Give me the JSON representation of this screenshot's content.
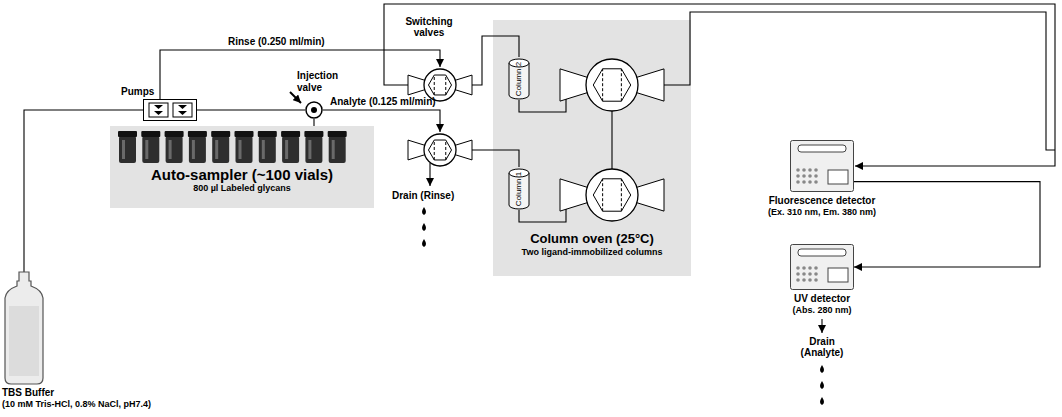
{
  "diagram": {
    "nodes": [
      {
        "text": [
          "TBS Buffer",
          "(10 mM Tris-HCl, 0.8% NaCl, pH7.4)"
        ]
      },
      {
        "text": [
          "Pumps"
        ]
      },
      {
        "text": [
          "Injection valve"
        ]
      },
      {
        "text": [
          "Auto-sampler (~100 vials)",
          "800 µl Labeled glycans"
        ]
      },
      {
        "text": [
          "Column oven (25°C)",
          "Two ligand-immobilized columns"
        ]
      },
      {
        "text": [
          "Column 2"
        ],
        "in": 4
      },
      {
        "text": [
          "Column 1"
        ],
        "in": 4
      },
      {
        "text": [
          "Fluorescence detector",
          "(Ex. 310 nm, Em. 380 nm)"
        ]
      },
      {
        "text": [
          "UV detector",
          "(Abs. 280 nm)"
        ]
      }
    ],
    "edges": [
      {
        "from": 0,
        "to": 1,
        "arrow": "none"
      },
      {
        "from": 1,
        "to": 2,
        "arrow": "none"
      },
      {
        "from": 3,
        "to": 2,
        "arrow": "none"
      },
      {
        "from": 7,
        "to": 8,
        "arrow": "to"
      }
    ],
    "labels": [
      "Rinse (0.250 ml/min)",
      "Analyte (0.125 ml/min)",
      "Switching valves",
      "Drain (Rinse)",
      "Drain (Analyte)"
    ]
  }
}
